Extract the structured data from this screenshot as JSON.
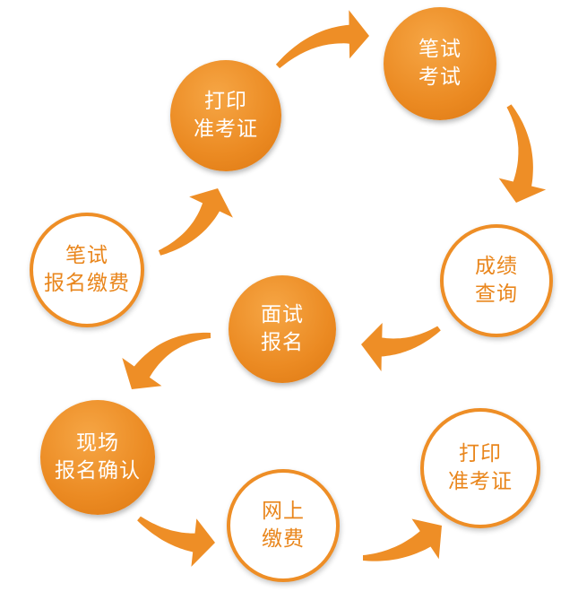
{
  "colors": {
    "accent": "#ee8e26",
    "accent_dark": "#dd7812",
    "text_on_accent": "#ffffff"
  },
  "nodes": [
    {
      "id": "print-admission-written",
      "style": "filled",
      "lines": [
        "打印",
        "准考证"
      ]
    },
    {
      "id": "written-exam",
      "style": "filled",
      "lines": [
        "笔试",
        "考试"
      ]
    },
    {
      "id": "written-registration",
      "style": "outline",
      "lines": [
        "笔试",
        "报名缴费"
      ]
    },
    {
      "id": "score-query",
      "style": "outline",
      "lines": [
        "成绩",
        "查询"
      ]
    },
    {
      "id": "interview-registration",
      "style": "filled",
      "lines": [
        "面试",
        "报名"
      ]
    },
    {
      "id": "onsite-confirmation",
      "style": "filled",
      "lines": [
        "现场",
        "报名确认"
      ]
    },
    {
      "id": "online-payment",
      "style": "outline",
      "lines": [
        "网上",
        "缴费"
      ]
    },
    {
      "id": "print-admission-interview",
      "style": "outline",
      "lines": [
        "打印",
        "准考证"
      ]
    }
  ],
  "edges": [
    {
      "from": "written-registration",
      "to": "print-admission-written"
    },
    {
      "from": "print-admission-written",
      "to": "written-exam"
    },
    {
      "from": "written-exam",
      "to": "score-query"
    },
    {
      "from": "score-query",
      "to": "interview-registration"
    },
    {
      "from": "interview-registration",
      "to": "onsite-confirmation"
    },
    {
      "from": "onsite-confirmation",
      "to": "online-payment"
    },
    {
      "from": "online-payment",
      "to": "print-admission-interview"
    }
  ]
}
